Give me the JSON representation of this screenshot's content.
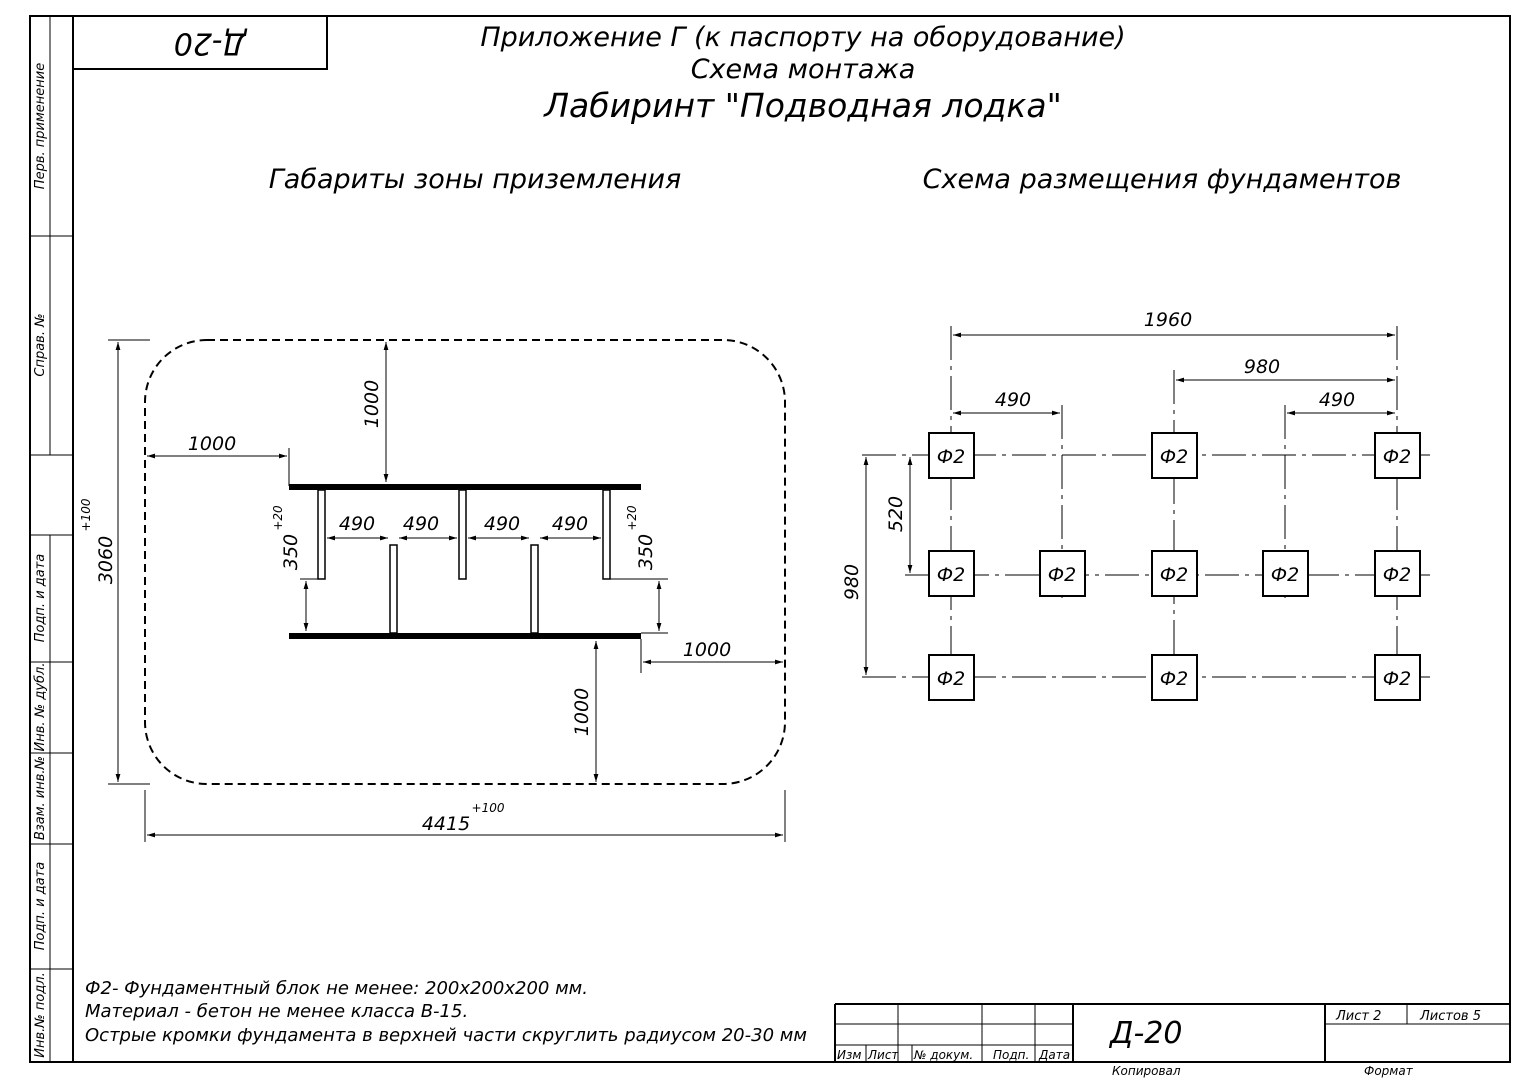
{
  "stamp_code": "Д-20",
  "header": {
    "line1": "Приложение Г (к паспорту на оборудование)",
    "line2": "Схема монтажа",
    "line3": "Лабиринт \"Подводная лодка\""
  },
  "left_title": "Габариты зоны приземления",
  "right_title": "Схема размещения фундаментов",
  "sidebar_labels": [
    "Перв. применение",
    "Справ. №",
    "Подп. и дата",
    "Инв. № дубл.",
    "Взам. инв.№",
    "Подп. и дата",
    "Инв.№ подл."
  ],
  "left_dims": {
    "height": "3060",
    "height_tol": "+100",
    "width": "4415",
    "width_tol": "+100",
    "top_gap": "1000",
    "left_gap": "1000",
    "right_gap": "1000",
    "bottom_gap": "1000",
    "span1": "490",
    "span2": "490",
    "span3": "490",
    "span4": "490",
    "depth_left": "350",
    "depth_left_tol": "+20",
    "depth_right": "350",
    "depth_right_tol": "+20"
  },
  "right_dims": {
    "total": "1960",
    "half": "980",
    "left_490": "490",
    "right_490": "490",
    "v520": "520",
    "v980": "980"
  },
  "foundation_label": "Ф2",
  "notes": {
    "line1": "Ф2- Фундаментный блок не менее: 200х200х200 мм.",
    "line2": "Материал - бетон не менее класса В-15.",
    "line3": "Острые кромки фундамента в верхней части скруглить радиусом 20-30 мм"
  },
  "title_block": {
    "code": "Д-20",
    "izm": "Изм",
    "list": "Лист",
    "doc_num": "№ докум.",
    "podp": "Подп.",
    "data": "Дата",
    "sheet": "Лист 2",
    "sheets": "Листов 5",
    "copied": "Копировал",
    "format": "Формат"
  }
}
